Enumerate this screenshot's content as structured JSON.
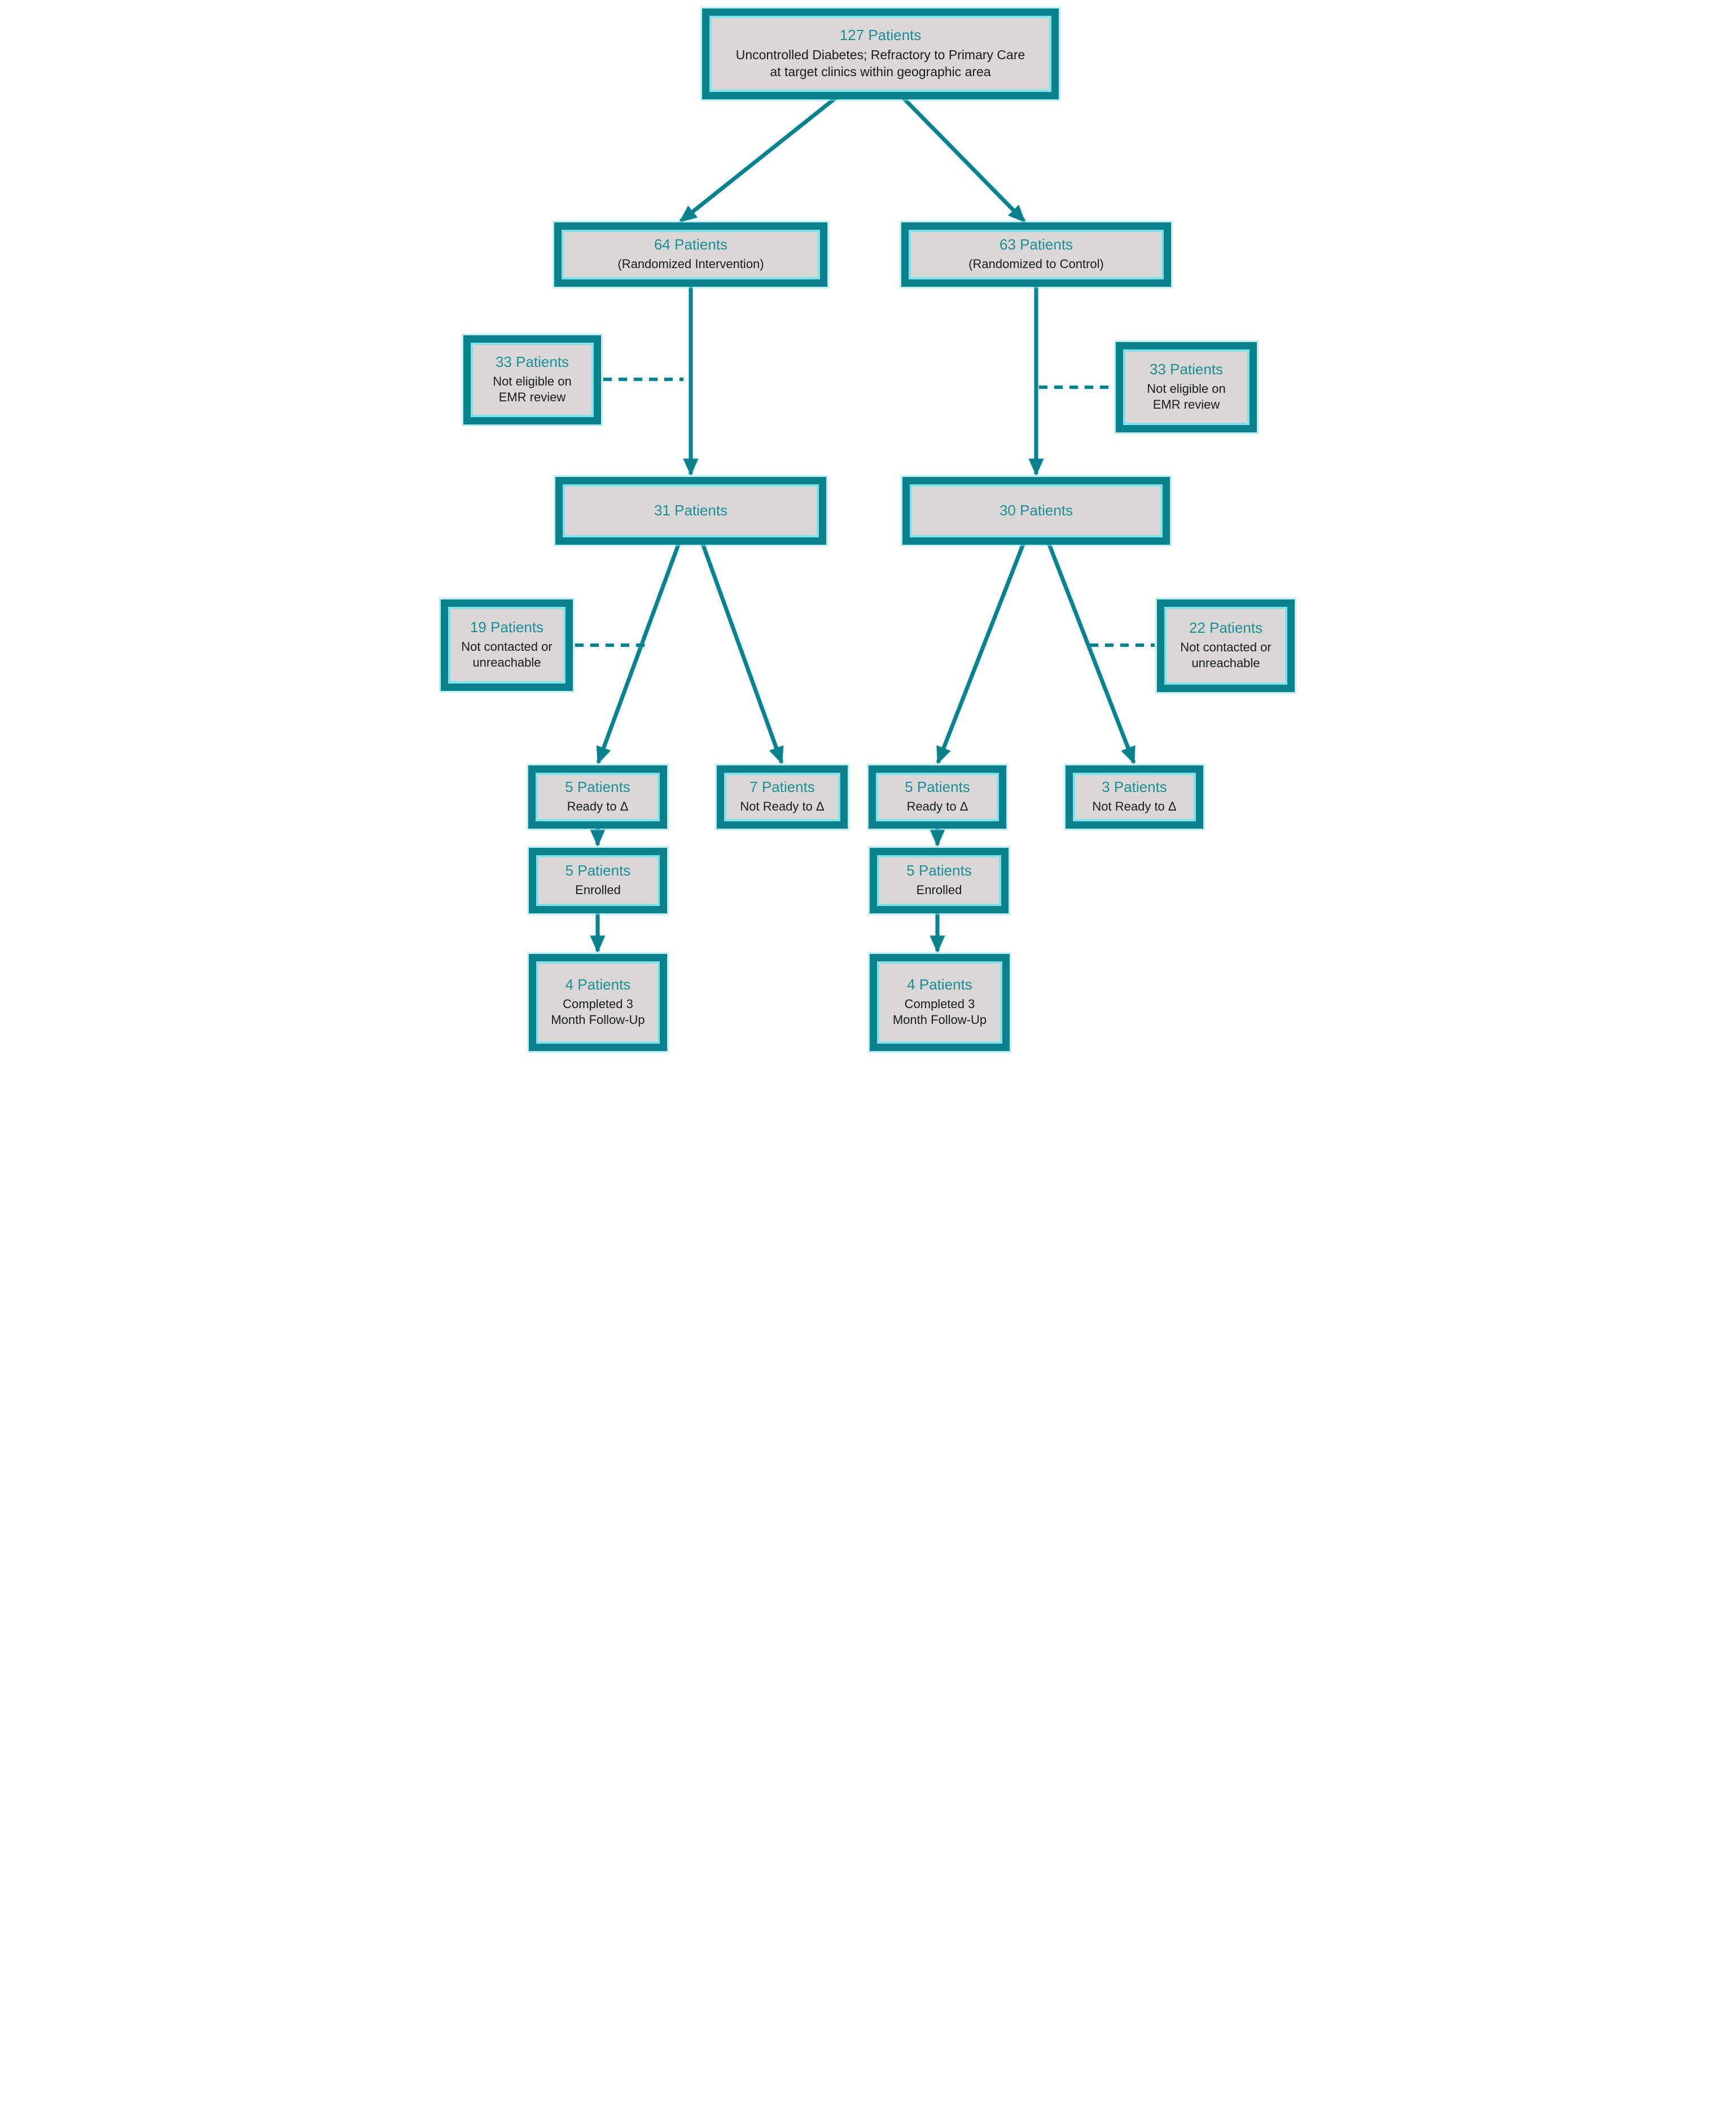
{
  "colors": {
    "accent": "#0b818d",
    "heading_text": "#1d8d96",
    "body_text": "#1a1a1a",
    "box_fill": "#d9d8d6",
    "inner_stroke": "#7fe3ec"
  },
  "nodes": {
    "total": {
      "count": "127 Patients",
      "desc": "Uncontrolled Diabetes; Refractory to Primary Care at target clinics within geographic area"
    },
    "intervention": {
      "count": "64 Patients",
      "desc": "(Randomized Intervention)"
    },
    "control": {
      "count": "63 Patients",
      "desc": "(Randomized to Control)"
    },
    "not_eligible_intervention": {
      "count": "33 Patients",
      "desc": "Not eligible on EMR review"
    },
    "not_eligible_control": {
      "count": "33 Patients",
      "desc": "Not eligible on EMR review"
    },
    "eligible_intervention": {
      "count": "31 Patients",
      "desc": ""
    },
    "eligible_control": {
      "count": "30 Patients",
      "desc": ""
    },
    "not_contacted_intervention": {
      "count": "19 Patients",
      "desc": "Not contacted or unreachable"
    },
    "not_contacted_control": {
      "count": "22 Patients",
      "desc": "Not contacted or unreachable"
    },
    "ready_intervention": {
      "count": "5 Patients",
      "desc": "Ready to Δ"
    },
    "not_ready_intervention": {
      "count": "7 Patients",
      "desc": "Not Ready to Δ"
    },
    "ready_control": {
      "count": "5 Patients",
      "desc": "Ready to Δ"
    },
    "not_ready_control": {
      "count": "3 Patients",
      "desc": "Not Ready to Δ"
    },
    "enrolled_intervention": {
      "count": "5 Patients",
      "desc": "Enrolled"
    },
    "enrolled_control": {
      "count": "5 Patients",
      "desc": "Enrolled"
    },
    "completed_intervention": {
      "count": "4 Patients",
      "desc": "Completed 3 Month Follow-Up"
    },
    "completed_control": {
      "count": "4 Patients",
      "desc": "Completed 3 Month Follow-Up"
    }
  }
}
